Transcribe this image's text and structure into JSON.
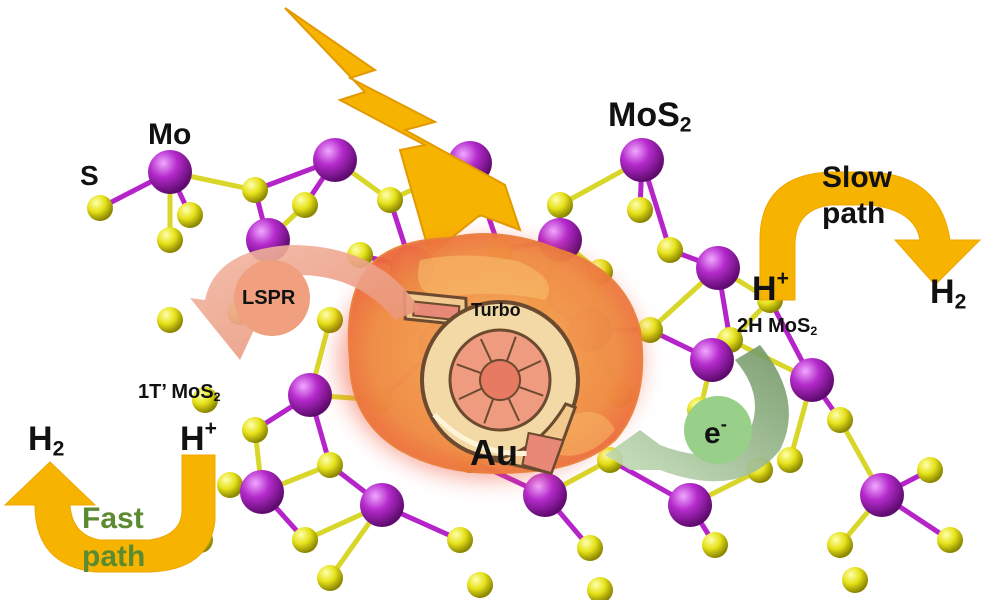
{
  "labels": {
    "mo": "Mo",
    "s": "S",
    "mos2_main": "MoS",
    "mos2_sub": "2",
    "slow_path_line1": "Slow",
    "slow_path_line2": "path",
    "h_plus_right": "H",
    "plus": "+",
    "h2_right": "H",
    "sub2": "2",
    "lspr": "LSPR",
    "turbo": "Turbo",
    "phase_2h": "2H MoS",
    "phase_1t": "1T’ MoS",
    "h2_left": "H",
    "h_plus_left": "H",
    "electron": "e",
    "minus": "-",
    "au": "Au",
    "fast_path_line1": "Fast",
    "fast_path_line2": "path"
  },
  "colors": {
    "mo_atom": "#a318b8",
    "s_atom": "#e4e218",
    "bond_mo": "#b524c8",
    "bond_s": "#d9d62a",
    "arrow_yellow": "#f6b400",
    "lightning": "#f6b400",
    "au_glow": "#f0503a",
    "au_core": "#f3a456",
    "lspr_circle": "#f0a07e",
    "electron_circle": "#98d08a",
    "fast_text": "#5c8a30"
  }
}
